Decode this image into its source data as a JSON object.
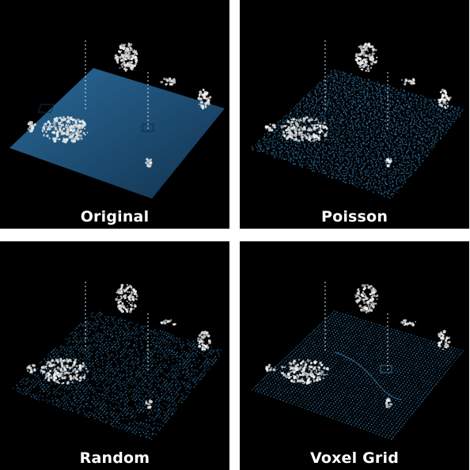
{
  "figure": {
    "panels": [
      {
        "id": "original",
        "label": "Original",
        "style": "solid"
      },
      {
        "id": "poisson",
        "label": "Poisson",
        "style": "dots"
      },
      {
        "id": "random",
        "label": "Random",
        "style": "rows"
      },
      {
        "id": "voxel",
        "label": "Voxel Grid",
        "style": "grid"
      }
    ],
    "colors": {
      "background": "#000000",
      "ground_light": "#2a6a9a",
      "ground_dark": "#11324e",
      "point": "#2f74a6",
      "vegetation": "#ffffff"
    }
  }
}
